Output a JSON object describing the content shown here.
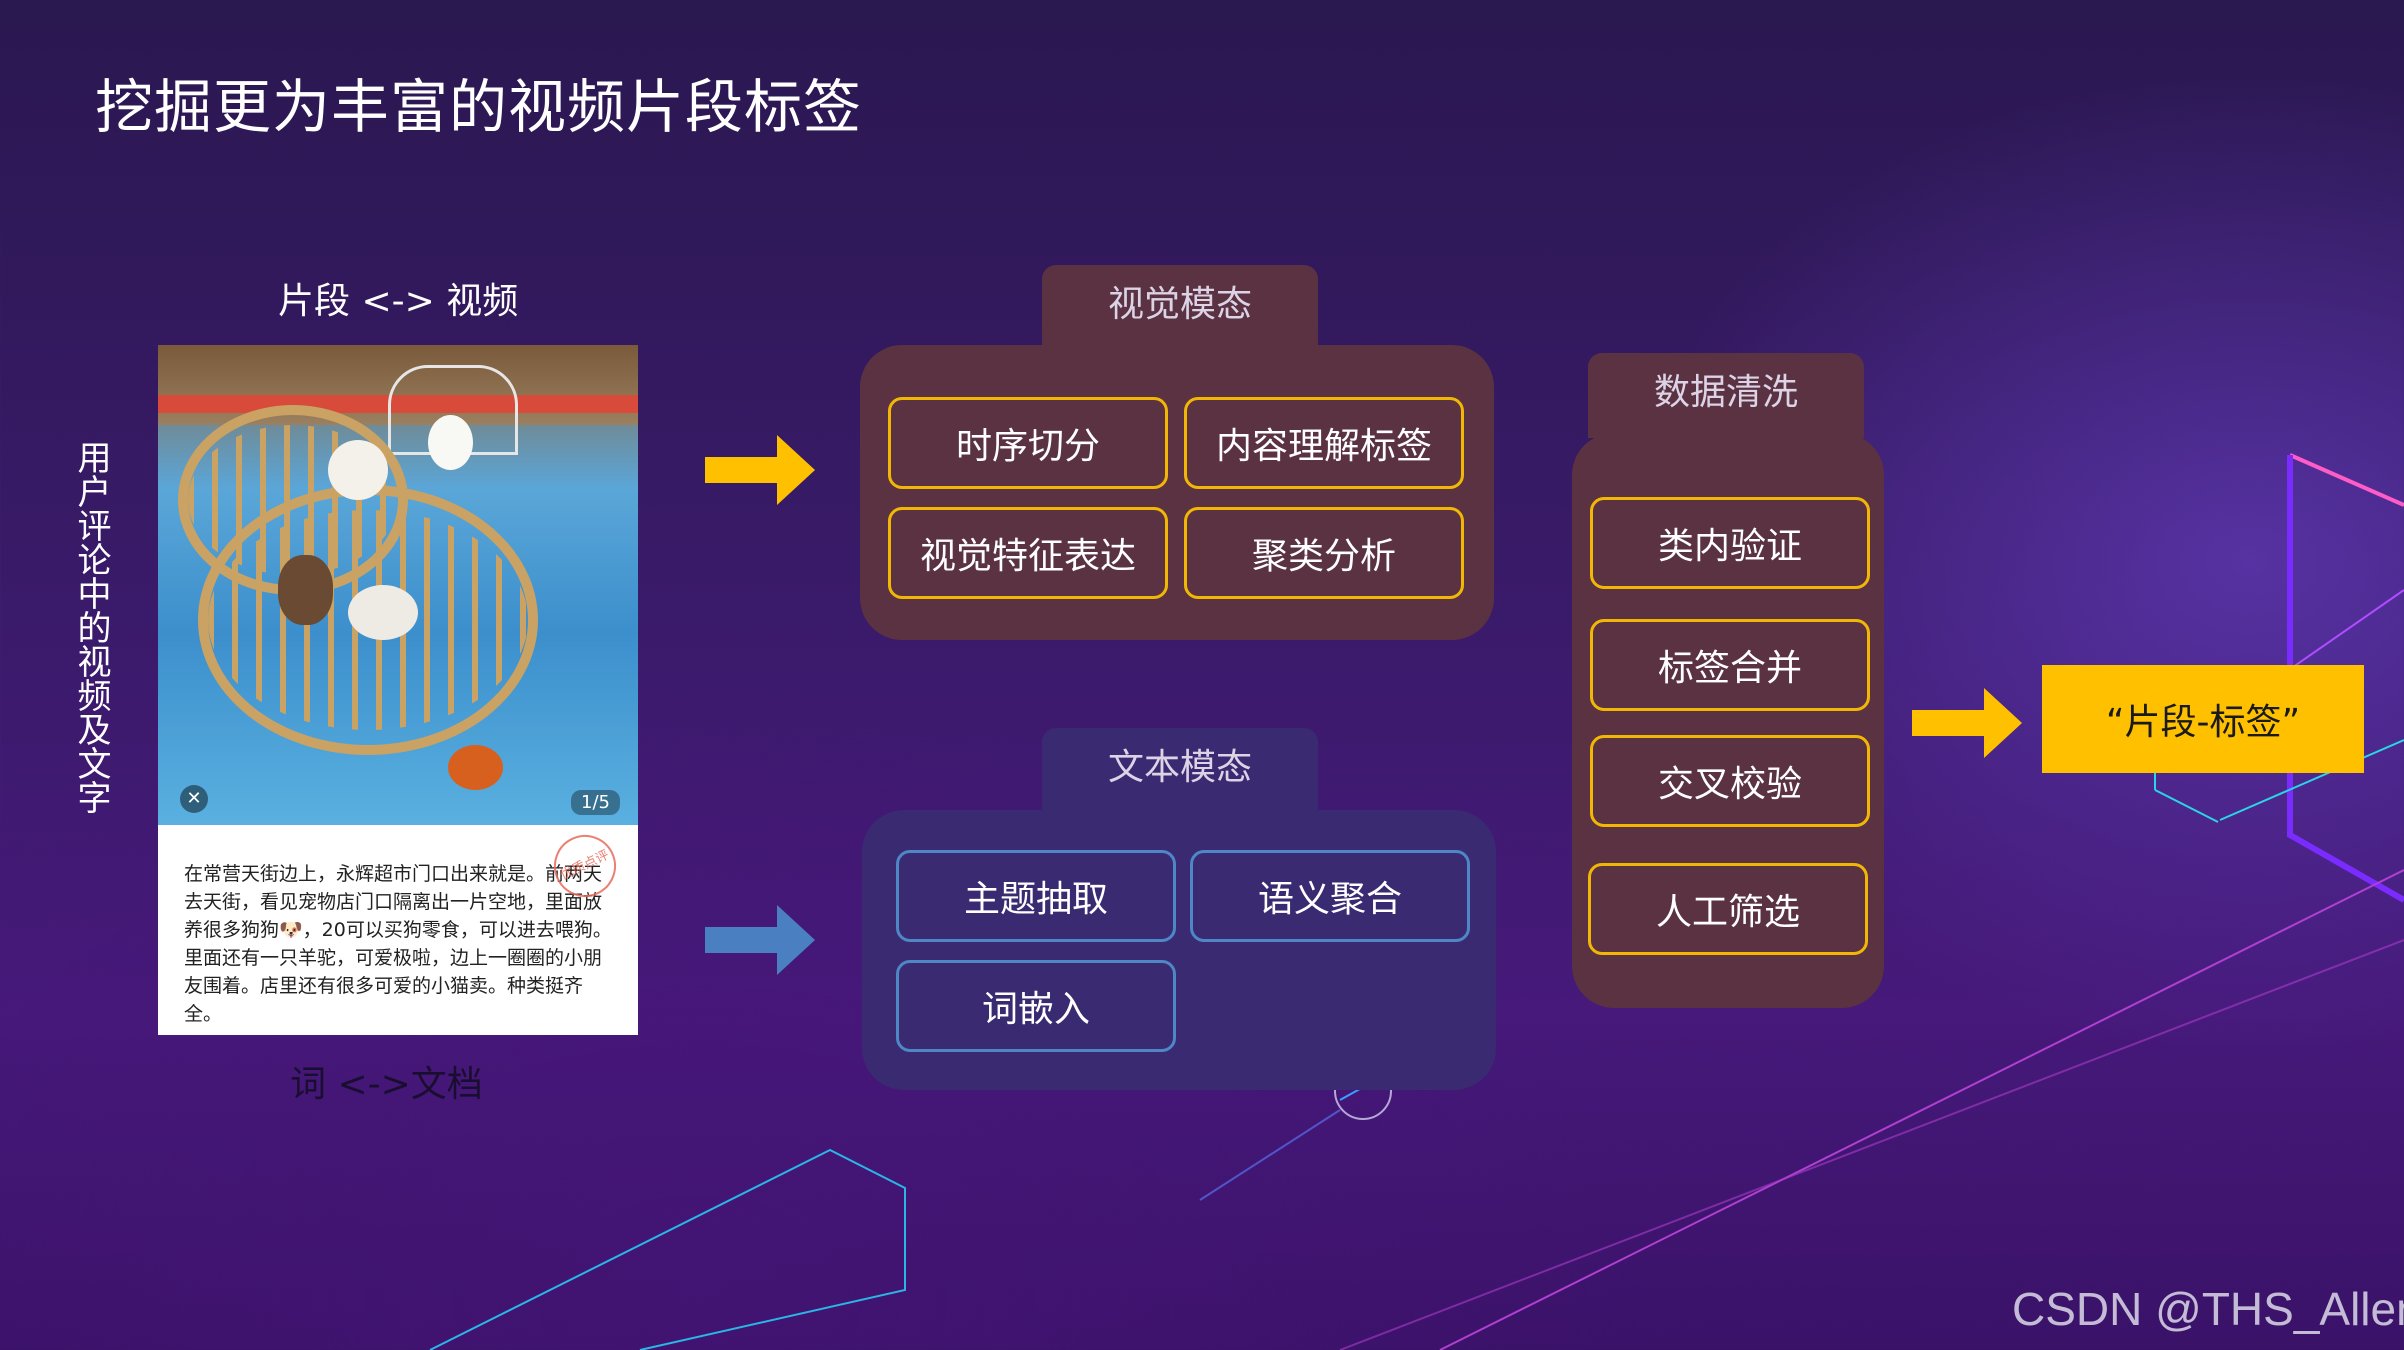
{
  "slide": {
    "title": "挖掘更为丰富的视频片段标签",
    "vertical_label": "用户评论中的视频及文字"
  },
  "left_panel": {
    "caption_top": "片段 <-> 视频",
    "caption_bottom": "词 <->文档",
    "photo_counter": "1/5",
    "stamp_text": "优质点评",
    "comment_text": "在常营天街边上，永辉超市门口出来就是。前两天去天街，看见宠物店门口隔离出一片空地，里面放养很多狗狗🐶，20可以买狗零食，可以进去喂狗。里面还有一只羊驼，可爱极啦，边上一圈圈的小朋友围着。店里还有很多可爱的小猫卖。种类挺齐全。"
  },
  "visual_modality": {
    "tab": "视觉模态",
    "items": [
      "时序切分",
      "内容理解标签",
      "视觉特征表达",
      "聚类分析"
    ]
  },
  "text_modality": {
    "tab": "文本模态",
    "items": [
      "主题抽取",
      "语义聚合",
      "词嵌入"
    ]
  },
  "data_cleaning": {
    "tab": "数据清洗",
    "items": [
      "类内验证",
      "标签合并",
      "交叉校验",
      "人工筛选"
    ]
  },
  "output": {
    "label": "“片段-标签”"
  },
  "watermark": "CSDN @THS_Allen",
  "colors": {
    "gold_border": "#f2b705",
    "blue_border": "#4f86c6",
    "visual_panel": "#5a3242",
    "text_panel": "#3a2a72",
    "cleaning_panel": "#5a3242",
    "output_fill": "#ffc000",
    "gold_arrow": "#ffc000",
    "blue_arrow": "#4a7fc1"
  }
}
